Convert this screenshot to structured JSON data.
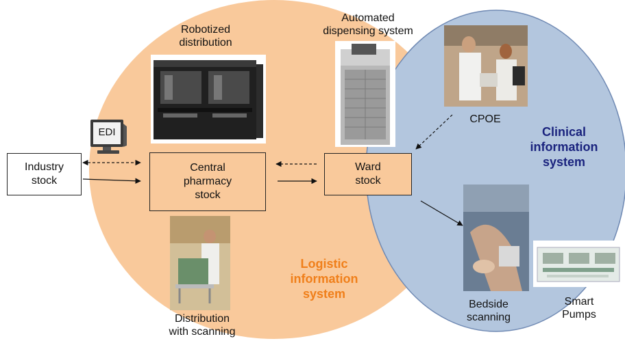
{
  "colors": {
    "logistic_region": "#f9c99b",
    "clinical_region": "#b3c6de",
    "clinical_region_border": "#6f89b3",
    "logistic_title": "#f07f1a",
    "clinical_title": "#1a237e"
  },
  "nodes": {
    "industry_stock": "Industry\nstock",
    "central_pharmacy_stock": "Central\npharmacy\nstock",
    "ward_stock": "Ward\nstock"
  },
  "labels": {
    "robotized_distribution": "Robotized\ndistribution",
    "automated_dispensing": "Automated\ndispensing system",
    "cpoe": "CPOE",
    "edi": "EDI",
    "distribution_scanning": "Distribution\nwith scanning",
    "bedside_scanning": "Bedside\nscanning",
    "smart_pumps": "Smart\nPumps"
  },
  "regions": {
    "logistic": "Logistic\ninformation\nsystem",
    "clinical": "Clinical\ninformation\nsystem"
  },
  "images": {
    "robot_machine": "robotized-distribution-machine-photo",
    "dispensing_cabinet": "automated-dispensing-cabinet-photo",
    "cpoe_photo": "clinicians-at-computer-photo",
    "edi_monitor": "computer-monitor-icon",
    "trolley_photo": "nurse-with-trolley-photo",
    "bedside_photo": "bedside-scanning-photo",
    "pumps_photo": "smart-infusion-pumps-photo"
  }
}
